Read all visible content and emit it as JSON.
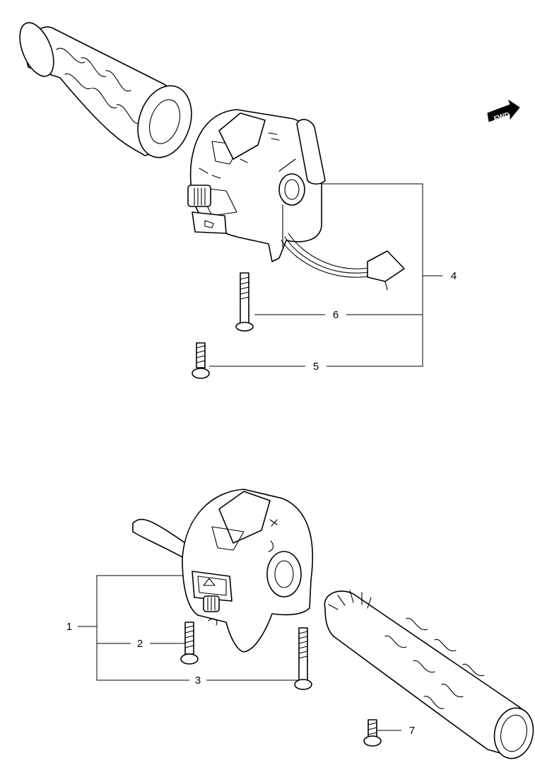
{
  "callouts": {
    "c1": "1",
    "c2": "2",
    "c3": "3",
    "c4": "4",
    "c5": "5",
    "c6": "6",
    "c7": "7"
  },
  "fwd_badge": "FWD"
}
